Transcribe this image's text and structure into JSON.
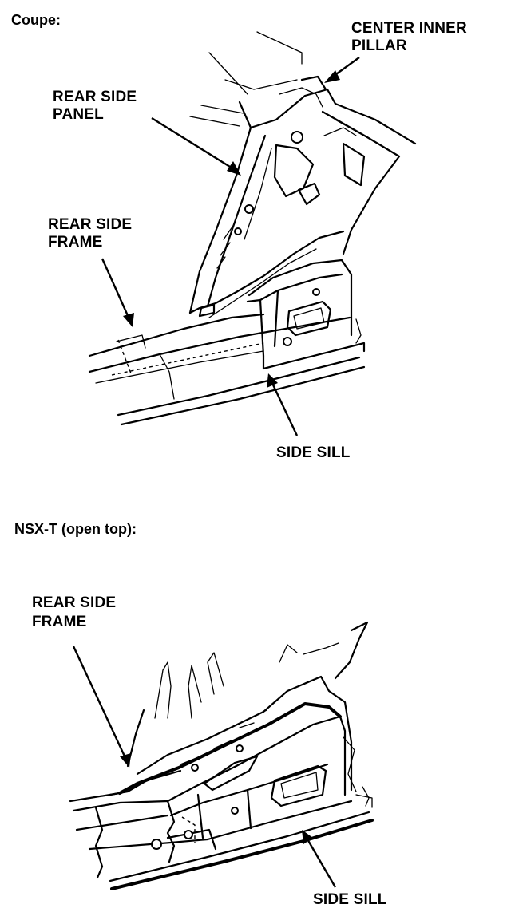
{
  "coupe": {
    "title": "Coupe:",
    "labels": {
      "center_inner_pillar": [
        "CENTER INNER",
        "PILLAR"
      ],
      "rear_side_panel": [
        "REAR SIDE",
        "PANEL"
      ],
      "rear_side_frame": [
        "REAR SIDE",
        "FRAME"
      ],
      "side_sill": "SIDE SILL"
    }
  },
  "nsx_t": {
    "title": "NSX-T (open top):",
    "labels": {
      "rear_side_frame": [
        "REAR SIDE",
        "FRAME"
      ],
      "side_sill": "SIDE SILL"
    }
  }
}
